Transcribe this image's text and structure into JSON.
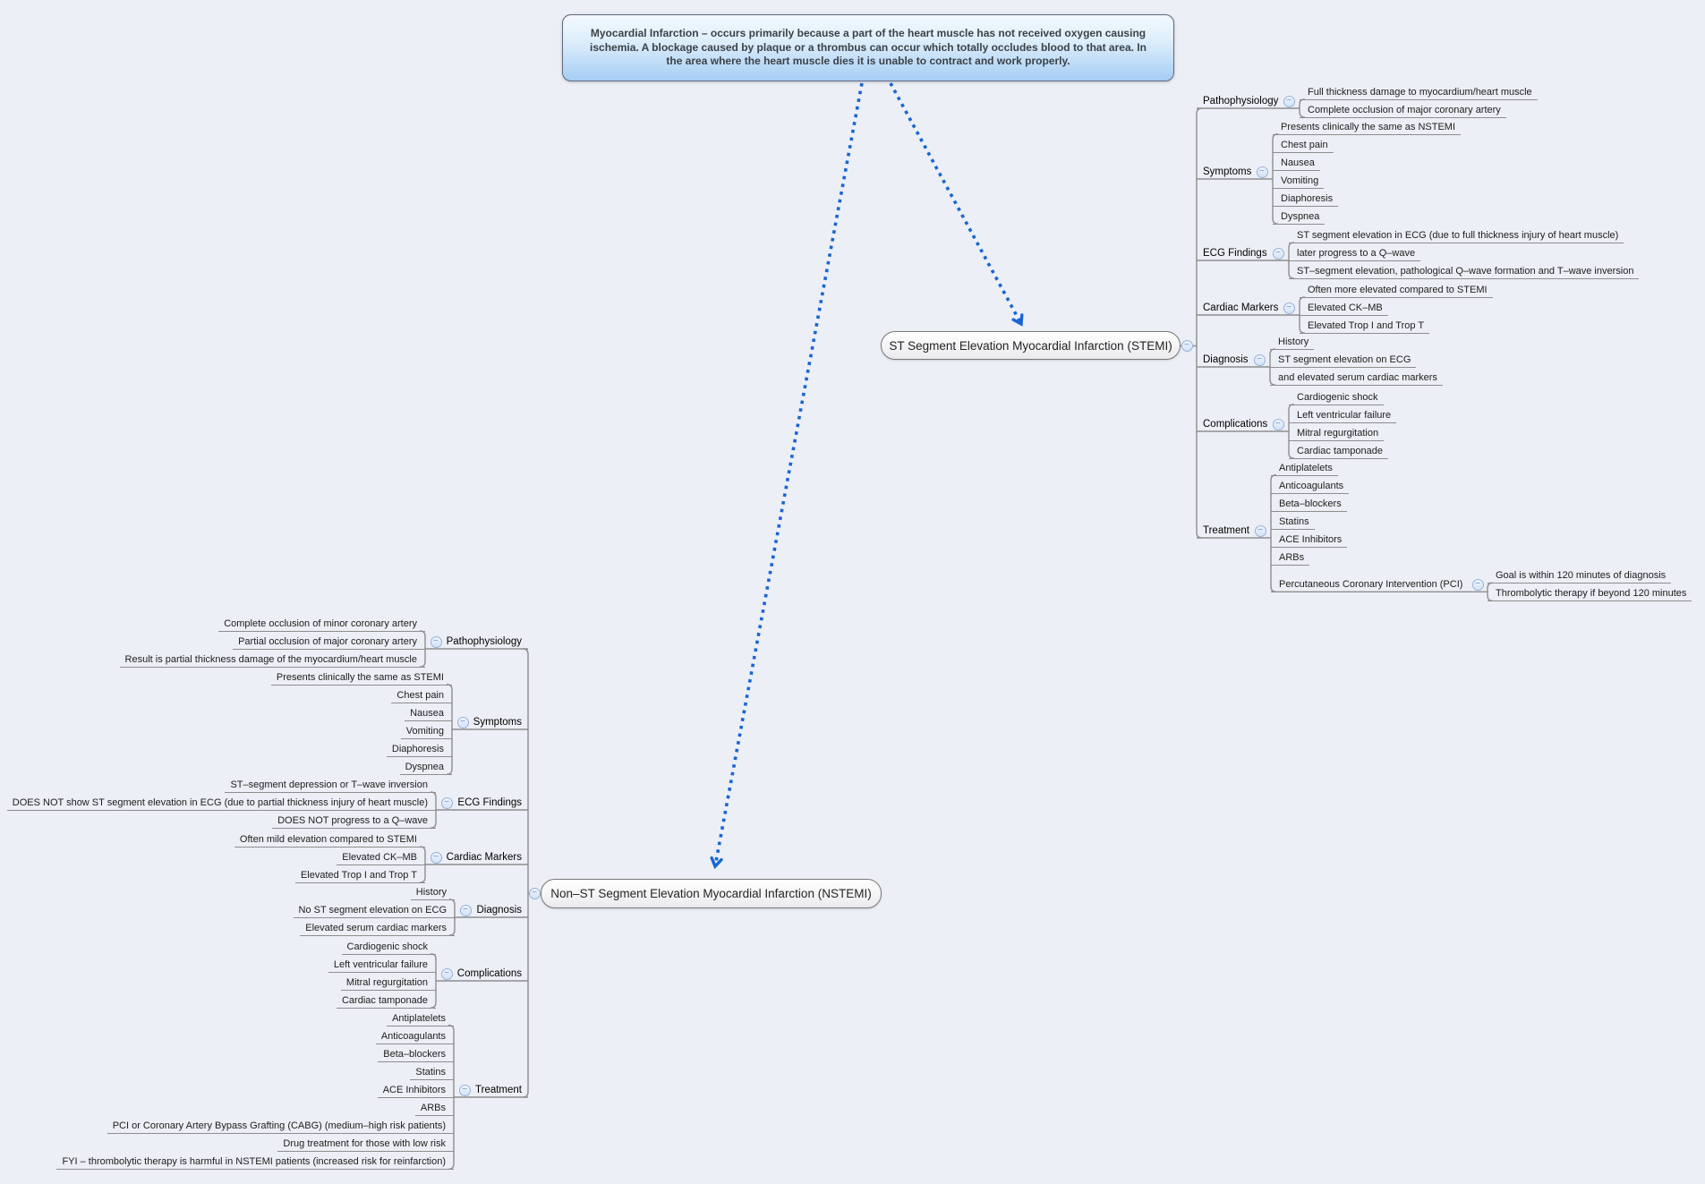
{
  "title": {
    "text": "Myocardial Infarction – occurs primarily because a part of the heart muscle has not received oxygen causing ischemia.  A blockage caused by plaque or a thrombus can occur which totally occludes blood to that area.  In the area where the heart muscle dies it is unable to contract and work properly."
  },
  "icons": {
    "expander": "−"
  },
  "colors": {
    "background": "#edeff6",
    "line": "#8d8d8d",
    "arrow": "#1765d3",
    "title_box_top": "#f3f9fe",
    "title_box_bottom": "#a6cdf4"
  },
  "map": {
    "stemi": {
      "label": "ST Segment Elevation Myocardial Infarction (STEMI)",
      "branches": [
        {
          "label": "Pathophysiology",
          "children": [
            "Full thickness damage to myocardium/heart muscle",
            "Complete occlusion of major coronary artery"
          ]
        },
        {
          "label": "Symptoms",
          "children": [
            "Presents clinically the same as NSTEMI",
            "Chest pain",
            "Nausea",
            "Vomiting",
            "Diaphoresis",
            "Dyspnea"
          ]
        },
        {
          "label": "ECG Findings",
          "children": [
            "ST segment elevation in ECG (due to full thickness injury of heart muscle)",
            "later progress to a Q–wave",
            "ST–segment elevation, pathological Q–wave formation and T–wave inversion"
          ]
        },
        {
          "label": "Cardiac Markers",
          "children": [
            "Often more elevated compared to STEMI",
            "Elevated CK–MB",
            "Elevated Trop I and Trop T"
          ]
        },
        {
          "label": "Diagnosis",
          "children": [
            "History",
            "ST segment elevation on ECG",
            "and elevated serum cardiac markers"
          ]
        },
        {
          "label": "Complications",
          "children": [
            "Cardiogenic shock",
            "Left ventricular failure",
            "Mitral regurgitation",
            "Cardiac tamponade"
          ]
        },
        {
          "label": "Treatment",
          "children": [
            "Antiplatelets",
            "Anticoagulants",
            "Beta–blockers",
            "Statins",
            "ACE Inhibitors",
            "ARBs",
            {
              "label": "Percutaneous Coronary Intervention (PCI)",
              "children": [
                "Goal is within 120 minutes of diagnosis",
                "Thrombolytic therapy if beyond 120 minutes"
              ]
            }
          ]
        }
      ]
    },
    "nstemi": {
      "label": "Non–ST Segment Elevation Myocardial Infarction (NSTEMI)",
      "branches": [
        {
          "label": "Pathophysiology",
          "children": [
            "Complete occlusion of minor coronary artery",
            "Partial occlusion of major coronary artery",
            "Result is partial thickness damage of the myocardium/heart muscle"
          ]
        },
        {
          "label": "Symptoms",
          "children": [
            "Presents clinically the same as STEMI",
            "Chest pain",
            "Nausea",
            "Vomiting",
            "Diaphoresis",
            "Dyspnea"
          ]
        },
        {
          "label": "ECG Findings",
          "children": [
            "ST–segment depression or T–wave inversion",
            "DOES NOT show ST segment elevation in ECG (due to partial thickness injury of heart muscle)",
            "DOES NOT progress to a Q–wave"
          ]
        },
        {
          "label": "Cardiac Markers",
          "children": [
            "Often mild elevation compared to STEMI",
            "Elevated CK–MB",
            "Elevated Trop I and Trop T"
          ]
        },
        {
          "label": "Diagnosis",
          "children": [
            "History",
            "No ST segment elevation on ECG",
            "Elevated serum cardiac markers"
          ]
        },
        {
          "label": "Complications",
          "children": [
            "Cardiogenic shock",
            "Left ventricular failure",
            "Mitral regurgitation",
            "Cardiac tamponade"
          ]
        },
        {
          "label": "Treatment",
          "children": [
            "Antiplatelets",
            "Anticoagulants",
            "Beta–blockers",
            "Statins",
            "ACE Inhibitors",
            "ARBs",
            "PCI or Coronary Artery Bypass Grafting (CABG) (medium–high risk patients)",
            "Drug treatment for those with low risk",
            "FYI – thrombolytic therapy is harmful in NSTEMI patients (increased risk for reinfarction)"
          ]
        }
      ]
    }
  }
}
